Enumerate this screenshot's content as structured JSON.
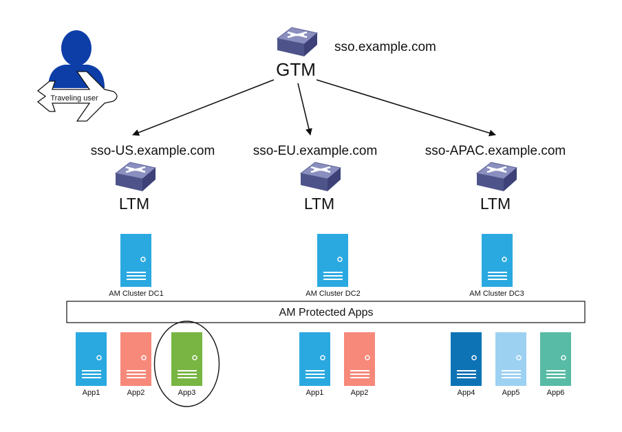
{
  "user": {
    "caption": "Traveling user",
    "icon": "traveling-user-icon",
    "color": "#0d3ea8"
  },
  "gtm": {
    "hostname": "sso.example.com",
    "label": "GTM",
    "icon": "router-icon"
  },
  "regions": [
    {
      "hostname": "sso-US.example.com",
      "ltm_label": "LTM",
      "cluster_label": "AM Cluster DC1"
    },
    {
      "hostname": "sso-EU.example.com",
      "ltm_label": "LTM",
      "cluster_label": "AM Cluster DC2"
    },
    {
      "hostname": "sso-APAC.example.com",
      "ltm_label": "LTM",
      "cluster_label": "AM Cluster DC3"
    }
  ],
  "protected_apps_label": "AM Protected Apps",
  "apps": [
    {
      "label": "App1",
      "color": "#2aa9e0",
      "highlighted": false
    },
    {
      "label": "App2",
      "color": "#f7897a",
      "highlighted": false
    },
    {
      "label": "App3",
      "color": "#78b543",
      "highlighted": true
    },
    {
      "label": "App1",
      "color": "#2aa9e0",
      "highlighted": false
    },
    {
      "label": "App2",
      "color": "#f7897a",
      "highlighted": false
    },
    {
      "label": "App4",
      "color": "#0d73b5",
      "highlighted": false
    },
    {
      "label": "App5",
      "color": "#9dd1f1",
      "highlighted": false
    },
    {
      "label": "App6",
      "color": "#58bba5",
      "highlighted": false
    }
  ],
  "colors": {
    "server": "#2aa9e0",
    "router_top": "#8a8fbf",
    "router_side": "#5b5f94"
  }
}
